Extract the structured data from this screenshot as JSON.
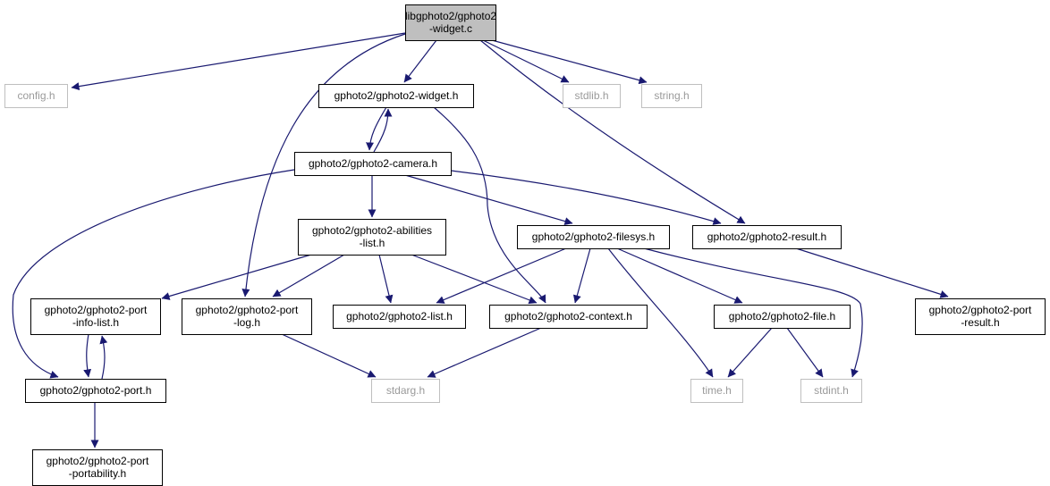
{
  "colors": {
    "edge": "#191970",
    "node_border": "#000000",
    "external_border": "#bfbfbf",
    "external_text": "#9a9a9a",
    "focus_fill": "#bfbfbf",
    "text": "#000000"
  },
  "nodes": [
    {
      "id": "root",
      "lines": [
        "libgphoto2/gphoto2",
        "-widget.c"
      ],
      "kind": "focus"
    },
    {
      "id": "config",
      "lines": [
        "config.h"
      ],
      "kind": "external"
    },
    {
      "id": "widget_h",
      "lines": [
        "gphoto2/gphoto2-widget.h"
      ],
      "kind": "internal"
    },
    {
      "id": "stdlib",
      "lines": [
        "stdlib.h"
      ],
      "kind": "external"
    },
    {
      "id": "string",
      "lines": [
        "string.h"
      ],
      "kind": "external"
    },
    {
      "id": "camera",
      "lines": [
        "gphoto2/gphoto2-camera.h"
      ],
      "kind": "internal"
    },
    {
      "id": "abilities",
      "lines": [
        "gphoto2/gphoto2-abilities",
        "-list.h"
      ],
      "kind": "internal"
    },
    {
      "id": "filesys",
      "lines": [
        "gphoto2/gphoto2-filesys.h"
      ],
      "kind": "internal"
    },
    {
      "id": "result",
      "lines": [
        "gphoto2/gphoto2-result.h"
      ],
      "kind": "internal"
    },
    {
      "id": "infolist",
      "lines": [
        "gphoto2/gphoto2-port",
        "-info-list.h"
      ],
      "kind": "internal"
    },
    {
      "id": "portlog",
      "lines": [
        "gphoto2/gphoto2-port",
        "-log.h"
      ],
      "kind": "internal"
    },
    {
      "id": "list",
      "lines": [
        "gphoto2/gphoto2-list.h"
      ],
      "kind": "internal"
    },
    {
      "id": "context",
      "lines": [
        "gphoto2/gphoto2-context.h"
      ],
      "kind": "internal"
    },
    {
      "id": "file",
      "lines": [
        "gphoto2/gphoto2-file.h"
      ],
      "kind": "internal"
    },
    {
      "id": "portresult",
      "lines": [
        "gphoto2/gphoto2-port",
        "-result.h"
      ],
      "kind": "internal"
    },
    {
      "id": "port",
      "lines": [
        "gphoto2/gphoto2-port.h"
      ],
      "kind": "internal"
    },
    {
      "id": "stdarg",
      "lines": [
        "stdarg.h"
      ],
      "kind": "external"
    },
    {
      "id": "time",
      "lines": [
        "time.h"
      ],
      "kind": "external"
    },
    {
      "id": "stdint",
      "lines": [
        "stdint.h"
      ],
      "kind": "external"
    },
    {
      "id": "portability",
      "lines": [
        "gphoto2/gphoto2-port",
        "-portability.h"
      ],
      "kind": "internal"
    }
  ],
  "edges": [
    {
      "from": "root",
      "to": "config"
    },
    {
      "from": "root",
      "to": "widget_h"
    },
    {
      "from": "root",
      "to": "stdlib"
    },
    {
      "from": "root",
      "to": "string"
    },
    {
      "from": "root",
      "to": "result"
    },
    {
      "from": "root",
      "to": "portlog"
    },
    {
      "from": "widget_h",
      "to": "camera"
    },
    {
      "from": "camera",
      "to": "widget_h"
    },
    {
      "from": "widget_h",
      "to": "context"
    },
    {
      "from": "camera",
      "to": "abilities"
    },
    {
      "from": "camera",
      "to": "filesys"
    },
    {
      "from": "camera",
      "to": "result"
    },
    {
      "from": "camera",
      "to": "port"
    },
    {
      "from": "abilities",
      "to": "infolist"
    },
    {
      "from": "abilities",
      "to": "portlog"
    },
    {
      "from": "abilities",
      "to": "list"
    },
    {
      "from": "abilities",
      "to": "context"
    },
    {
      "from": "filesys",
      "to": "list"
    },
    {
      "from": "filesys",
      "to": "context"
    },
    {
      "from": "filesys",
      "to": "file"
    },
    {
      "from": "filesys",
      "to": "time"
    },
    {
      "from": "filesys",
      "to": "stdint"
    },
    {
      "from": "result",
      "to": "portresult"
    },
    {
      "from": "infolist",
      "to": "port"
    },
    {
      "from": "port",
      "to": "infolist"
    },
    {
      "from": "port",
      "to": "portability"
    },
    {
      "from": "portlog",
      "to": "stdarg"
    },
    {
      "from": "context",
      "to": "stdarg"
    },
    {
      "from": "file",
      "to": "time"
    },
    {
      "from": "file",
      "to": "stdint"
    }
  ]
}
